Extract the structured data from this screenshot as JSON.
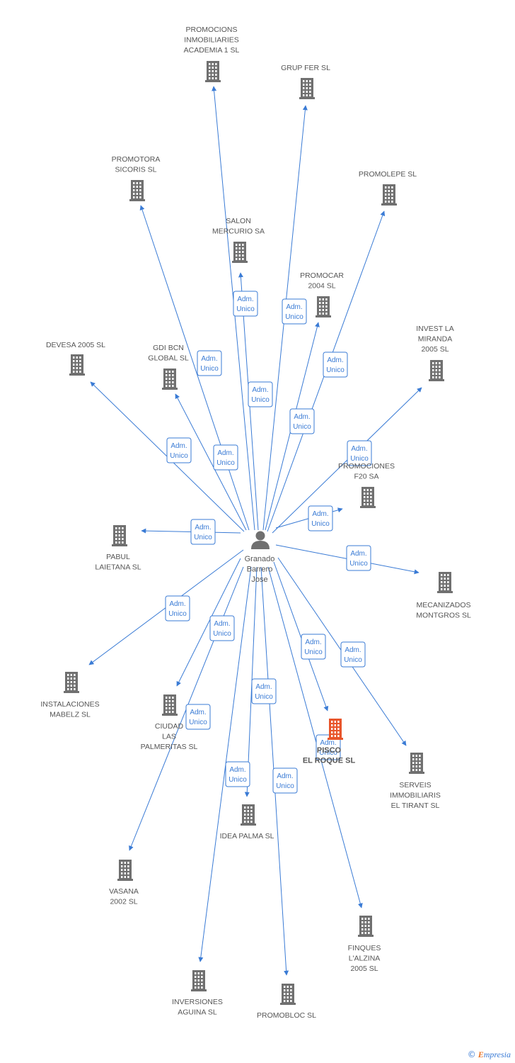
{
  "colors": {
    "edge": "#3a7bd5",
    "building": "#707070",
    "building_highlight": "#e8552b",
    "text": "#555555"
  },
  "center": {
    "lines": [
      "Granado",
      "Barrero",
      "Jose"
    ],
    "icon": "person-icon"
  },
  "nodes": [
    {
      "id": "promocions-academia",
      "lines": [
        "PROMOCIONS",
        "INMOBILIARIES",
        "ACADEMIA 1 SL"
      ],
      "icon": "building-icon",
      "highlight": false
    },
    {
      "id": "grup-fer",
      "lines": [
        "GRUP FER SL"
      ],
      "icon": "building-icon",
      "highlight": false
    },
    {
      "id": "promotora-sicoris",
      "lines": [
        "PROMOTORA",
        "SICORIS SL"
      ],
      "icon": "building-icon",
      "highlight": false
    },
    {
      "id": "promolepe",
      "lines": [
        "PROMOLEPE SL"
      ],
      "icon": "building-icon",
      "highlight": false
    },
    {
      "id": "salon-mercurio",
      "lines": [
        "SALON",
        "MERCURIO SA"
      ],
      "icon": "building-icon",
      "highlight": false
    },
    {
      "id": "promocar-2004",
      "lines": [
        "PROMOCAR",
        "2004 SL"
      ],
      "icon": "building-icon",
      "highlight": false
    },
    {
      "id": "invest-la-miranda",
      "lines": [
        "INVEST LA",
        "MIRANDA",
        "2005 SL"
      ],
      "icon": "building-icon",
      "highlight": false
    },
    {
      "id": "devesa-2005",
      "lines": [
        "DEVESA 2005 SL"
      ],
      "icon": "building-icon",
      "highlight": false
    },
    {
      "id": "gdi-bcn",
      "lines": [
        "GDI BCN",
        "GLOBAL SL"
      ],
      "icon": "building-icon",
      "highlight": false
    },
    {
      "id": "promociones-f20",
      "lines": [
        "PROMOCIONES",
        "F20 SA"
      ],
      "icon": "building-icon",
      "highlight": false
    },
    {
      "id": "pabul-laietana",
      "lines": [
        "PABUL",
        "LAIETANA SL"
      ],
      "icon": "building-icon",
      "highlight": false
    },
    {
      "id": "mecanizados-montgros",
      "lines": [
        "MECANIZADOS",
        "MONTGROS SL"
      ],
      "icon": "building-icon",
      "highlight": false
    },
    {
      "id": "instalaciones-mabelz",
      "lines": [
        "INSTALACIONES",
        "MABELZ SL"
      ],
      "icon": "building-icon",
      "highlight": false
    },
    {
      "id": "ciudad-las-palmeritas",
      "lines": [
        "CIUDAD",
        "LAS",
        "PALMERITAS SL"
      ],
      "icon": "building-icon",
      "highlight": false
    },
    {
      "id": "pisco-el-roque",
      "lines": [
        "PISCO",
        "EL ROQUE SL"
      ],
      "icon": "building-icon",
      "highlight": true
    },
    {
      "id": "serveis-el-tirant",
      "lines": [
        "SERVEIS",
        "IMMOBILIARIS",
        "EL TIRANT SL"
      ],
      "icon": "building-icon",
      "highlight": false
    },
    {
      "id": "idea-palma",
      "lines": [
        "IDEA PALMA SL"
      ],
      "icon": "building-icon",
      "highlight": false
    },
    {
      "id": "vasana-2002",
      "lines": [
        "VASANA",
        "2002 SL"
      ],
      "icon": "building-icon",
      "highlight": false
    },
    {
      "id": "finques-lalzina",
      "lines": [
        "FINQUES",
        "L'ALZINA",
        "2005 SL"
      ],
      "icon": "building-icon",
      "highlight": false
    },
    {
      "id": "inversiones-aguina",
      "lines": [
        "INVERSIONES",
        "AGUINA SL"
      ],
      "icon": "building-icon",
      "highlight": false
    },
    {
      "id": "promobloc",
      "lines": [
        "PROMOBLOC SL"
      ],
      "icon": "building-icon",
      "highlight": false
    }
  ],
  "edge_label": [
    "Adm.",
    "Unico"
  ],
  "watermark": {
    "symbol": "©",
    "brand_initial": "E",
    "brand_rest": "mpresia"
  }
}
